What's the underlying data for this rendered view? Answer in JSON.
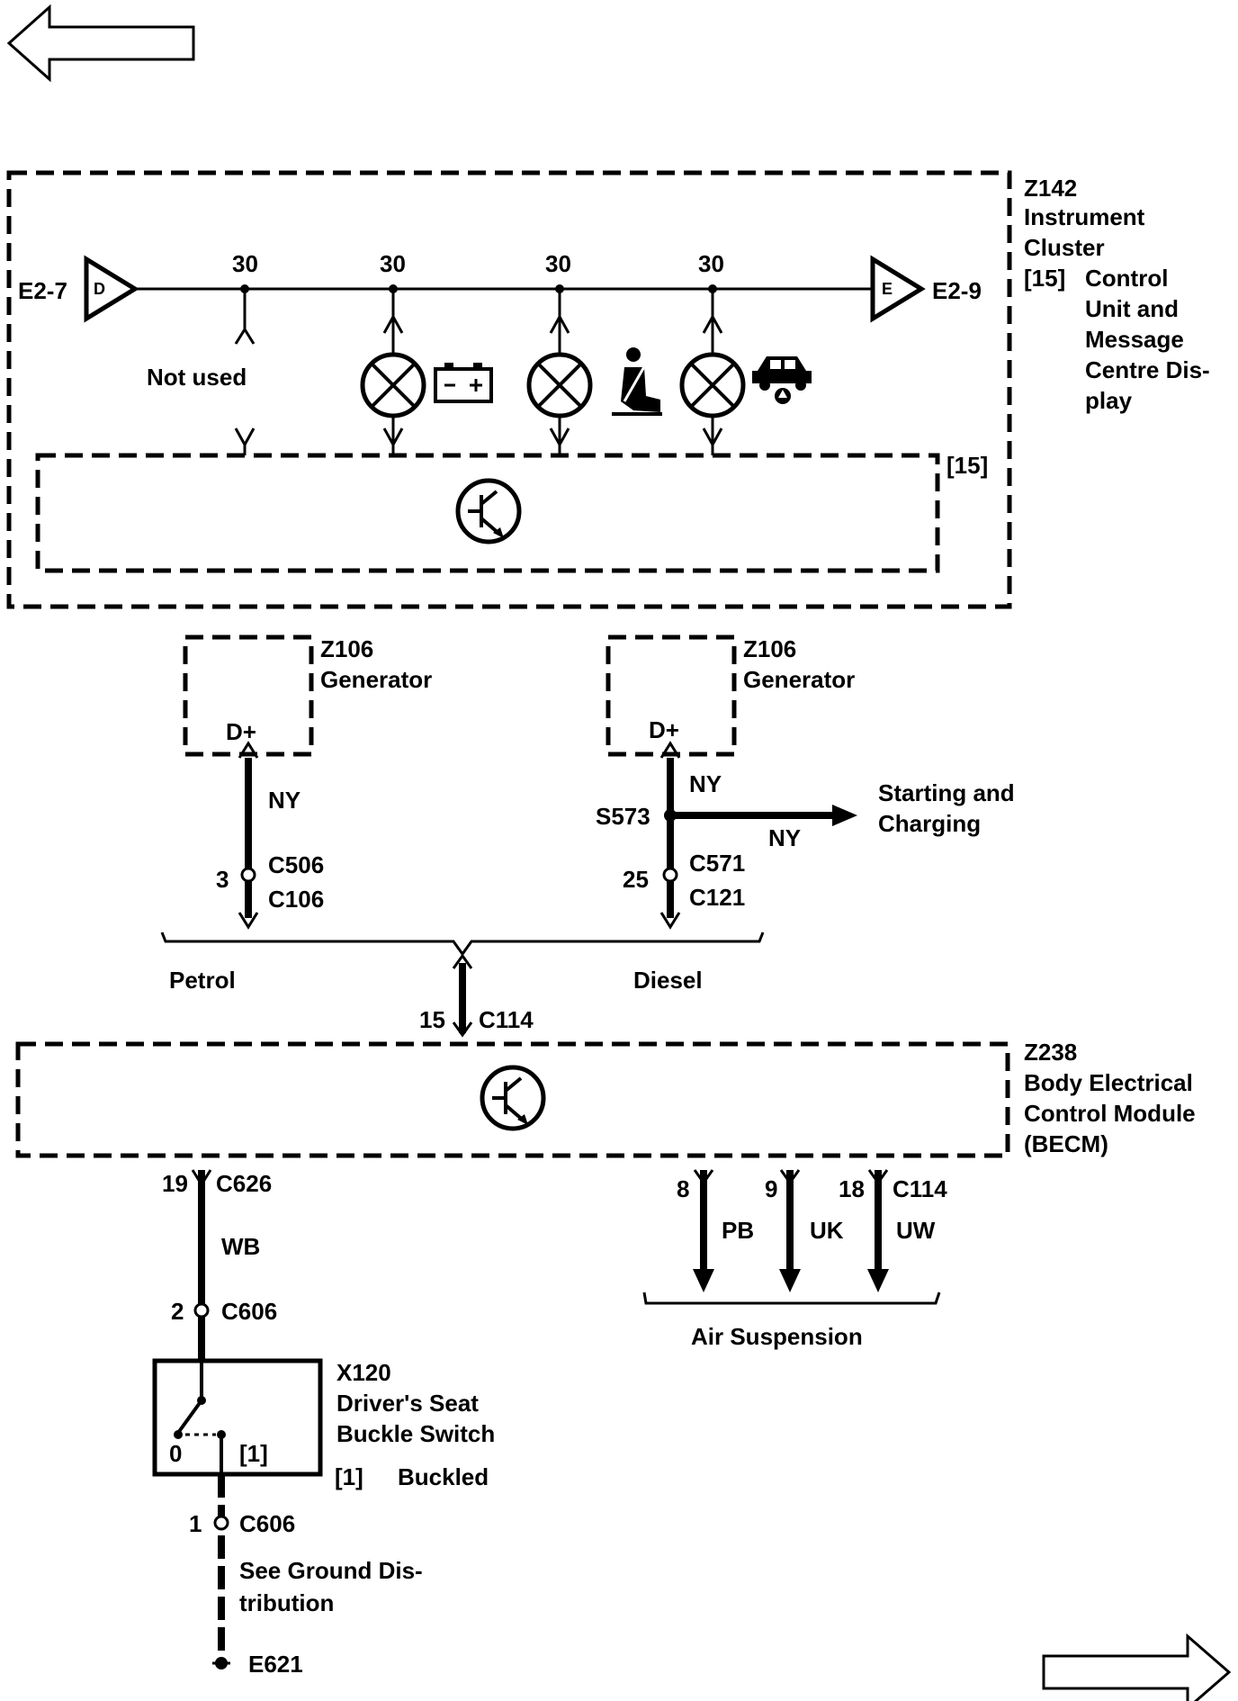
{
  "nav": {
    "back_icon": "left-arrow-icon",
    "forward_icon": "right-arrow-icon"
  },
  "cluster": {
    "id": "Z142",
    "name_l1": "Instrument",
    "name_l2": "Cluster",
    "note_ref": "[15]",
    "note_l1": "Control",
    "note_l2": "Unit and",
    "note_l3": "Message",
    "note_l4": "Centre Dis-",
    "note_l5": "play",
    "inner_ref": "[15]",
    "pin_left": "E2-7",
    "pin_right": "E2-9",
    "tri_left": "D",
    "tri_right": "E",
    "pins": [
      "30",
      "30",
      "30",
      "30"
    ],
    "not_used": "Not used",
    "lamp_icons": [
      "battery-charge-icon",
      "seat-belt-icon",
      "air-suspension-icon"
    ]
  },
  "gen_petrol": {
    "id": "Z106",
    "name": "Generator",
    "terminal": "D+",
    "wire": "NY",
    "pin": "3",
    "conn1": "C506",
    "conn2": "C106"
  },
  "gen_diesel": {
    "id": "Z106",
    "name": "Generator",
    "terminal": "D+",
    "wire": "NY",
    "splice": "S573",
    "branch_wire": "NY",
    "branch_l1": "Starting and",
    "branch_l2": "Charging",
    "pin": "25",
    "conn1": "C571",
    "conn2": "C121"
  },
  "variants": {
    "petrol": "Petrol",
    "diesel": "Diesel",
    "pin": "15",
    "conn": "C114"
  },
  "becm": {
    "id": "Z238",
    "name_l1": "Body Electrical",
    "name_l2": "Control Module",
    "name_l3": "(BECM)"
  },
  "seat_circuit": {
    "pin": "19",
    "conn": "C626",
    "wire": "WB",
    "pin2": "2",
    "conn2": "C606"
  },
  "air": {
    "pins": [
      "8",
      "9",
      "18"
    ],
    "conn": "C114",
    "wires": [
      "PB",
      "UK",
      "UW"
    ],
    "label": "Air Suspension"
  },
  "switch": {
    "id": "X120",
    "name_l1": "Driver's Seat",
    "name_l2": "Buckle Switch",
    "pos0": "0",
    "pos1": "[1]",
    "note_ref": "[1]",
    "note": "Buckled",
    "pin": "1",
    "conn": "C606",
    "ground_l1": "See Ground Dis-",
    "ground_l2": "tribution",
    "ground_id": "E621"
  }
}
